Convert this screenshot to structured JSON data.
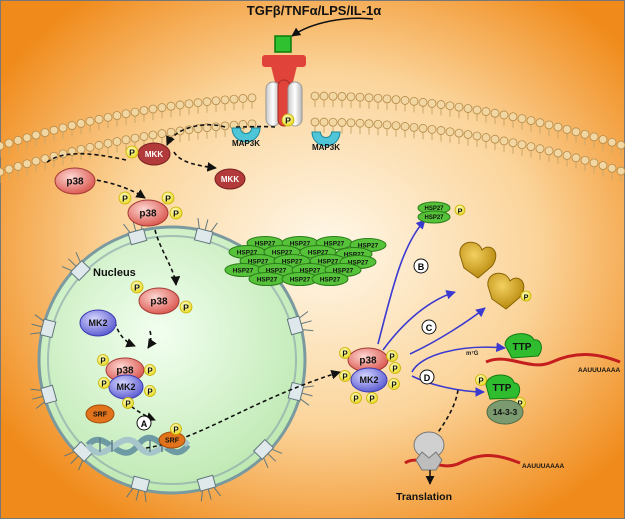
{
  "stimulus": "TGFβ/TNFα/LPS/IL-1α",
  "phospho": "P",
  "kinases": {
    "map3k": "MAP3K",
    "mkk": "MKK",
    "p38": "p38",
    "mk2": "MK2"
  },
  "compartments": {
    "nucleus": "Nucleus"
  },
  "targets": {
    "srf": "SRF",
    "hsp27": "HSP27",
    "ttp": "TTP",
    "protein_14_3_3": "14-3-3"
  },
  "rna": {
    "cap": "m⁷G",
    "polyA_tail": "AAUUUAAAA"
  },
  "pathways": {
    "a": "A",
    "b": "B",
    "c": "C",
    "d": "D"
  },
  "outcome": "Translation",
  "colors": {
    "background_center": "#fff6e6",
    "background_edge": "#f08a1a",
    "membrane_head": "#f2d7a2",
    "receptor": "#e0433a",
    "ligand": "#2fc12f",
    "p38": "#e8736b",
    "mk2": "#6d6de0",
    "map3k": "#4fc6d8",
    "mkk": "#b33a3a",
    "hsp27": "#56c23a",
    "ttp": "#2fbd2f",
    "protein_14_3_3": "#7c9a70",
    "srf": "#e0731b",
    "phospho": "#f6ee4a",
    "nucleus": "#d8f5d0",
    "arrow_blue": "#3a3ad0",
    "mrna": "#c41e1e",
    "chaperone_gold": "#d3a312"
  }
}
